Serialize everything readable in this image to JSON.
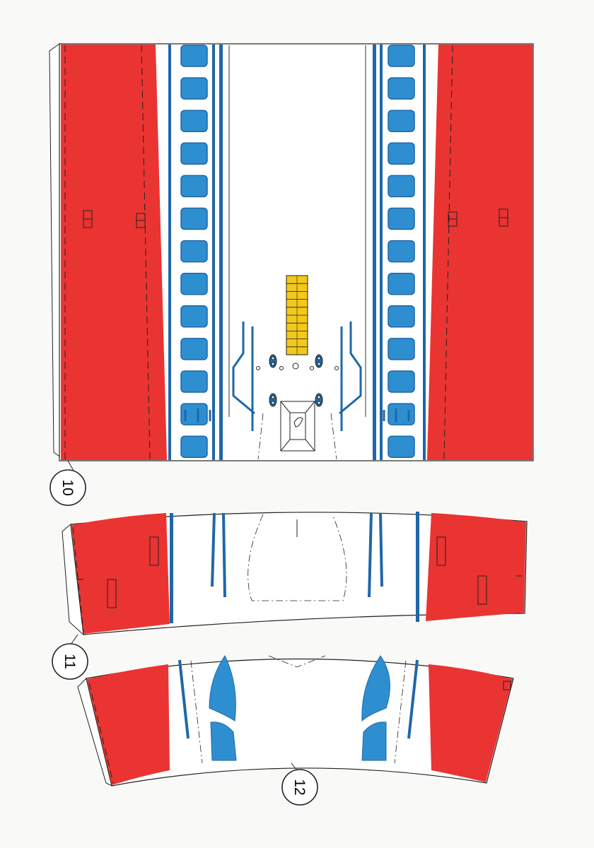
{
  "sheet": {
    "colors": {
      "paper": "#f9f9f7",
      "red": "#ea3432",
      "window_blue": "#2e8fd0",
      "stripe_blue": "#1f67a8",
      "hatch_yellow": "#f2c81a",
      "line": "#222222"
    }
  },
  "parts": [
    {
      "id": "part-10",
      "label": "10"
    },
    {
      "id": "part-11",
      "label": "11"
    },
    {
      "id": "part-12",
      "label": "12"
    }
  ],
  "part_10": {
    "window_rows": 13,
    "hatch_rungs": 9
  }
}
